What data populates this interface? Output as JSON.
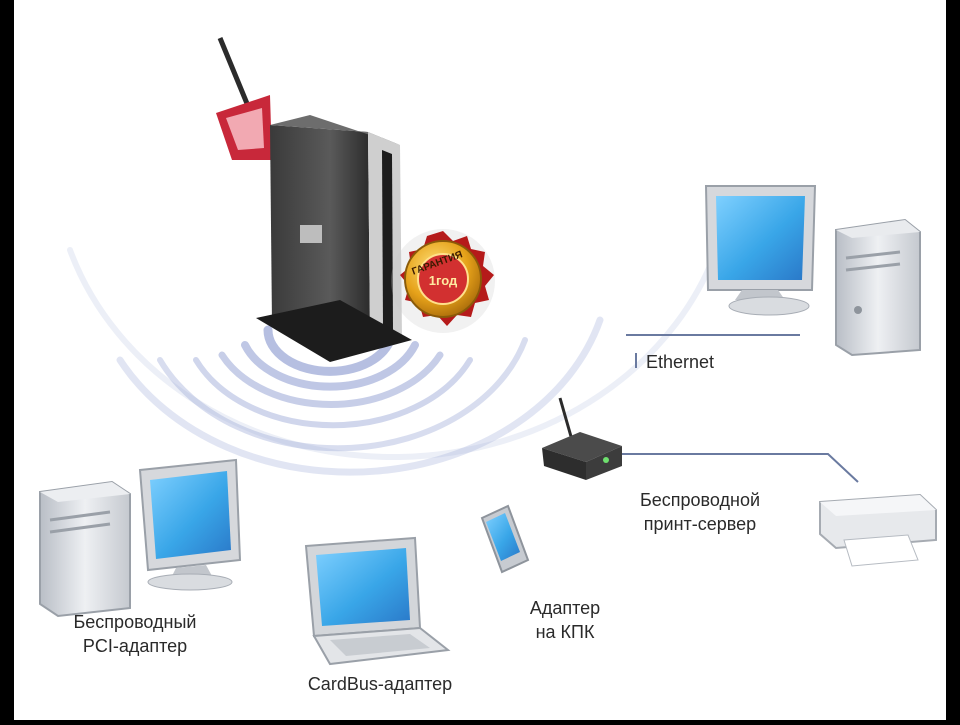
{
  "labels": {
    "ethernet": "Ethernet",
    "print_server_line1": "Беспроводной",
    "print_server_line2": "принт-сервер",
    "pci_line1": "Беспроводный",
    "pci_line2": "PCI-адаптер",
    "cardbus": "CardBus-адаптер",
    "pda_line1": "Адаптер",
    "pda_line2": "на КПК"
  },
  "badge": {
    "top_text": "ГАРАНТИЯ",
    "center_text": "1год"
  },
  "colors": {
    "background": "#ffffff",
    "screen_blue": "#39a6e8",
    "router_body": "#4a4a4a",
    "router_accent": "#c8283a",
    "badge_gold": "#e6a21a",
    "badge_red": "#b51a1a",
    "cable": "#6a7aa0",
    "signal_wave": "#a9b4dc"
  }
}
